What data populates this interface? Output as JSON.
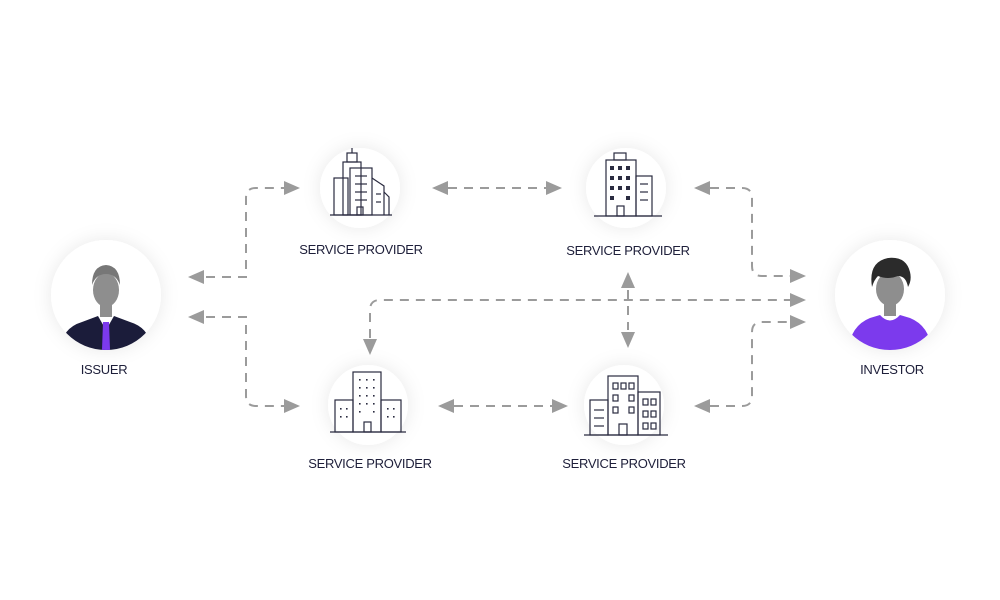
{
  "nodes": {
    "issuer": {
      "label": "ISSUER"
    },
    "investor": {
      "label": "INVESTOR"
    },
    "provider_top_left": {
      "label": "SERVICE PROVIDER"
    },
    "provider_top_right": {
      "label": "SERVICE PROVIDER"
    },
    "provider_bottom_left": {
      "label": "SERVICE PROVIDER"
    },
    "provider_bottom_right": {
      "label": "SERVICE PROVIDER"
    }
  },
  "icons": {
    "issuer": "businessman-avatar-icon",
    "investor": "person-avatar-icon",
    "provider_top_left": "skyscraper-icon",
    "provider_top_right": "office-building-icon",
    "provider_bottom_left": "office-block-icon",
    "provider_bottom_right": "apartment-building-icon"
  },
  "colors": {
    "accent": "#7c3aed",
    "suit": "#1b1c3a",
    "connector": "#9b9b9b",
    "avatar_gray": "#8e8e8e",
    "label": "#1e1f3a"
  }
}
